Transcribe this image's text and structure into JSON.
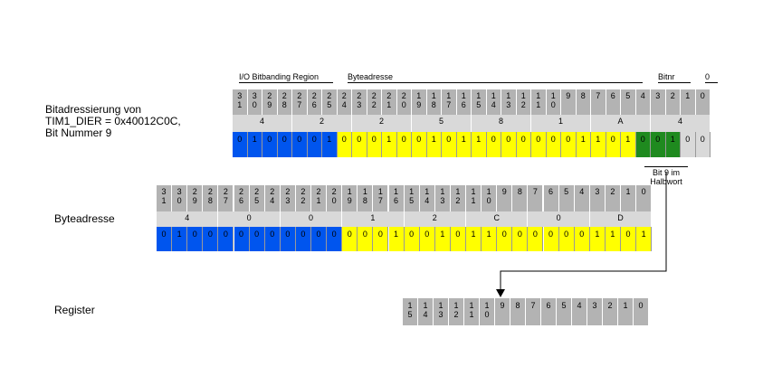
{
  "labels": {
    "bitaddressing": "Bitadressierung von\nTIM1_DIER = 0x40012C0C,\nBit Nummer 9",
    "byteadresse": "Byteadresse",
    "register": "Register",
    "bit9": "Bit 9 im\nHalbwort"
  },
  "top": {
    "headers": {
      "region": "I/O Bitbanding Region",
      "byteaddr": "Byteadresse",
      "bitnr": "Bitnr",
      "zero": "0"
    },
    "nums": [
      "3\n1",
      "3\n0",
      "2\n9",
      "2\n8",
      "2\n7",
      "2\n6",
      "2\n5",
      "2\n4",
      "2\n3",
      "2\n2",
      "2\n1",
      "2\n0",
      "1\n9",
      "1\n8",
      "1\n7",
      "1\n6",
      "1\n5",
      "1\n4",
      "1\n3",
      "1\n2",
      "1\n1",
      "1\n0",
      "9",
      "8",
      "7",
      "6",
      "5",
      "4",
      "3",
      "2",
      "1",
      "0"
    ],
    "hex": [
      "4",
      "2",
      "2",
      "5",
      "8",
      "1",
      "A",
      "4"
    ],
    "bits": [
      "0",
      "1",
      "0",
      "0",
      "0",
      "0",
      "1",
      "0",
      "0",
      "0",
      "1",
      "0",
      "0",
      "1",
      "0",
      "1",
      "1",
      "0",
      "0",
      "0",
      "0",
      "0",
      "0",
      "1",
      "1",
      "0",
      "1",
      "0",
      "0",
      "1",
      "0",
      "0"
    ],
    "colors": [
      "#0055ee",
      "#ffff00",
      "#1f8a1f",
      "#d9d9d9"
    ]
  },
  "mid": {
    "nums": [
      "3\n1",
      "3\n0",
      "2\n9",
      "2\n8",
      "2\n7",
      "2\n6",
      "2\n5",
      "2\n4",
      "2\n3",
      "2\n2",
      "2\n1",
      "2\n0",
      "1\n9",
      "1\n8",
      "1\n7",
      "1\n6",
      "1\n5",
      "1\n4",
      "1\n3",
      "1\n2",
      "1\n1",
      "1\n0",
      "9",
      "8",
      "7",
      "6",
      "5",
      "4",
      "3",
      "2",
      "1",
      "0"
    ],
    "hex": [
      "4",
      "0",
      "0",
      "1",
      "2",
      "C",
      "0",
      "D"
    ],
    "bits": [
      "0",
      "1",
      "0",
      "0",
      "0",
      "0",
      "0",
      "0",
      "0",
      "0",
      "0",
      "0",
      "0",
      "0",
      "0",
      "1",
      "0",
      "0",
      "1",
      "0",
      "1",
      "1",
      "0",
      "0",
      "0",
      "0",
      "0",
      "0",
      "1",
      "1",
      "0",
      "1"
    ]
  },
  "reg": {
    "nums": [
      "1\n5",
      "1\n4",
      "1\n3",
      "1\n2",
      "1\n1",
      "1\n0",
      "9",
      "8",
      "7",
      "6",
      "5",
      "4",
      "3",
      "2",
      "1",
      "0"
    ]
  }
}
